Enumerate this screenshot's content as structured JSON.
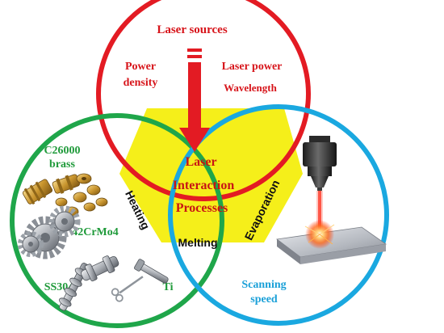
{
  "colors": {
    "laser_circle": "#e31b23",
    "materials_circle": "#1fa64a",
    "process_circle": "#1aa8e0",
    "hexagon_fill": "#f5ef1a",
    "arrow": "#e31b23",
    "label_red": "#d7141a",
    "label_green": "#1f9a3a",
    "label_blue": "#1aa0d8"
  },
  "laser_sources": {
    "title": "Laser sources",
    "left_param_line1": "Power",
    "left_param_line2": "density",
    "right_param1": "Laser power",
    "right_param2": "Wavelength"
  },
  "center": {
    "line1": "Laser",
    "line2": "Interaction",
    "line3": "Processes"
  },
  "mechanisms": {
    "left": "Heating",
    "bottom": "Melting",
    "right": "Evaporation"
  },
  "materials": {
    "brass_line1": "C26000",
    "brass_line2": "brass",
    "steel": "42CrMo4",
    "stainless": "SS304",
    "titanium": "Ti"
  },
  "scan": {
    "line1": "Scanning",
    "line2": "speed"
  },
  "icons": [
    "down-arrow-icon",
    "brass-parts-icon",
    "gears-icon",
    "shaft-icon",
    "surgical-tools-icon",
    "laser-head-icon",
    "metal-plate-icon"
  ]
}
